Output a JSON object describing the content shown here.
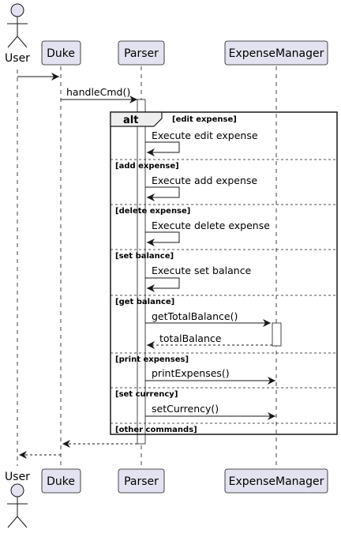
{
  "diagram": {
    "type": "sequence",
    "participants": {
      "user": "User",
      "duke": "Duke",
      "parser": "Parser",
      "expense_manager": "ExpenseManager"
    },
    "messages": {
      "m0": "",
      "m1": "handleCmd()",
      "edit_self": "Execute edit expense",
      "add_self": "Execute add expense",
      "delete_self": "Execute delete expense",
      "set_balance_self": "Execute set balance",
      "get_total_balance": "getTotalBalance()",
      "total_balance_return": "totalBalance",
      "print_expenses": "printExpenses()",
      "set_currency": "setCurrency()"
    },
    "fragment": {
      "operator": "alt",
      "guards": {
        "edit": "[edit expense]",
        "add": "[add expense]",
        "delete": "[delete expense]",
        "set_balance": "[set balance]",
        "get_balance": "[get balance]",
        "print": "[print expenses]",
        "currency": "[set currency]",
        "other": "[other commands]"
      }
    },
    "colors": {
      "participant_fill": "#E2E2F0",
      "participant_stroke": "#181818",
      "lifeline": "#181818",
      "activation_fill": "#ffffff"
    }
  }
}
